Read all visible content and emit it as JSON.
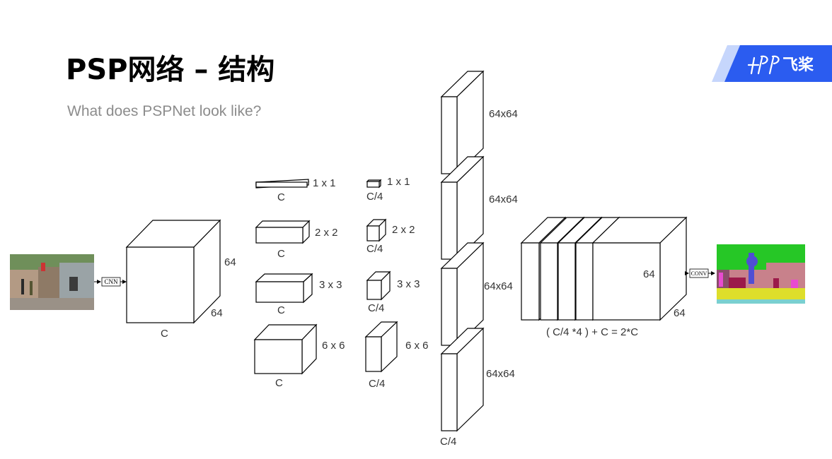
{
  "slide": {
    "title": "PSP网络 – 结构",
    "subtitle": "What does PSPNet look like?"
  },
  "logo": {
    "text": "飞桨",
    "mark_icon": "paddlepaddle-logo-icon",
    "colors": {
      "dark": "#2b5cf0",
      "light": "#b9cdfb"
    }
  },
  "diagram": {
    "input_image_icon": "street-scene-photo",
    "output_image_icon": "segmentation-map",
    "cnn_label": "CNN",
    "conv_label": "CONV",
    "backbone": {
      "depth": "C",
      "height": "64",
      "width": "64"
    },
    "pool_bins": [
      {
        "size": "1 x 1",
        "channels": "C"
      },
      {
        "size": "2 x 2",
        "channels": "C"
      },
      {
        "size": "3 x 3",
        "channels": "C"
      },
      {
        "size": "6 x 6",
        "channels": "C"
      }
    ],
    "reduced": [
      {
        "size": "1 x 1",
        "channels": "C/4"
      },
      {
        "size": "2 x 2",
        "channels": "C/4"
      },
      {
        "size": "3 x 3",
        "channels": "C/4"
      },
      {
        "size": "6 x 6",
        "channels": "C/4"
      }
    ],
    "upsampled": [
      {
        "size": "64x64"
      },
      {
        "size": "64x64"
      },
      {
        "size": "64x64"
      },
      {
        "size": "64x64"
      }
    ],
    "upsampled_channels": "C/4",
    "concat": {
      "height": "64",
      "width": "64",
      "formula": "( C/4 *4 ) + C = 2*C"
    }
  }
}
